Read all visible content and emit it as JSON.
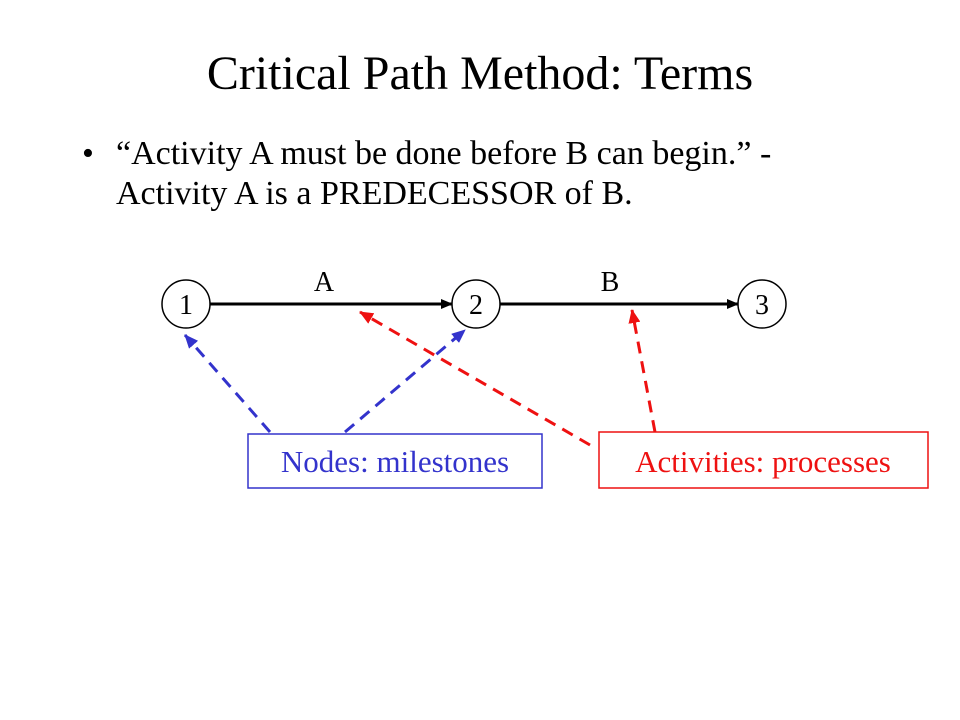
{
  "slide": {
    "title": "Critical Path Method: Terms",
    "bullet_symbol": "•",
    "bullet_text": "“Activity A must be done before B can begin.” - Activity A is a PREDECESSOR of B."
  },
  "diagram": {
    "nodes": [
      {
        "id": "1",
        "label": "1"
      },
      {
        "id": "2",
        "label": "2"
      },
      {
        "id": "3",
        "label": "3"
      }
    ],
    "activities": [
      {
        "label": "A",
        "from": "1",
        "to": "2"
      },
      {
        "label": "B",
        "from": "2",
        "to": "3"
      }
    ],
    "callouts": {
      "nodes_label": "Nodes: milestones",
      "activities_label": "Activities: processes"
    },
    "colors": {
      "nodes_callout": "#3333cc",
      "activities_callout": "#ee1111",
      "arrow": "#000000"
    }
  }
}
